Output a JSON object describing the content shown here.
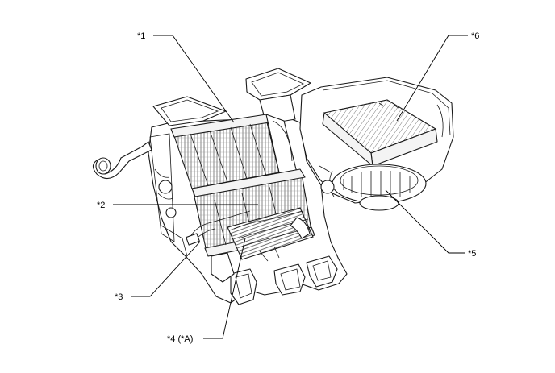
{
  "callouts": [
    {
      "id": "c1",
      "text": "*1"
    },
    {
      "id": "c2",
      "text": "*2"
    },
    {
      "id": "c3",
      "text": "*3"
    },
    {
      "id": "c4",
      "text": "*4 (*A)"
    },
    {
      "id": "c5",
      "text": "*5"
    },
    {
      "id": "c6",
      "text": "*6"
    }
  ]
}
